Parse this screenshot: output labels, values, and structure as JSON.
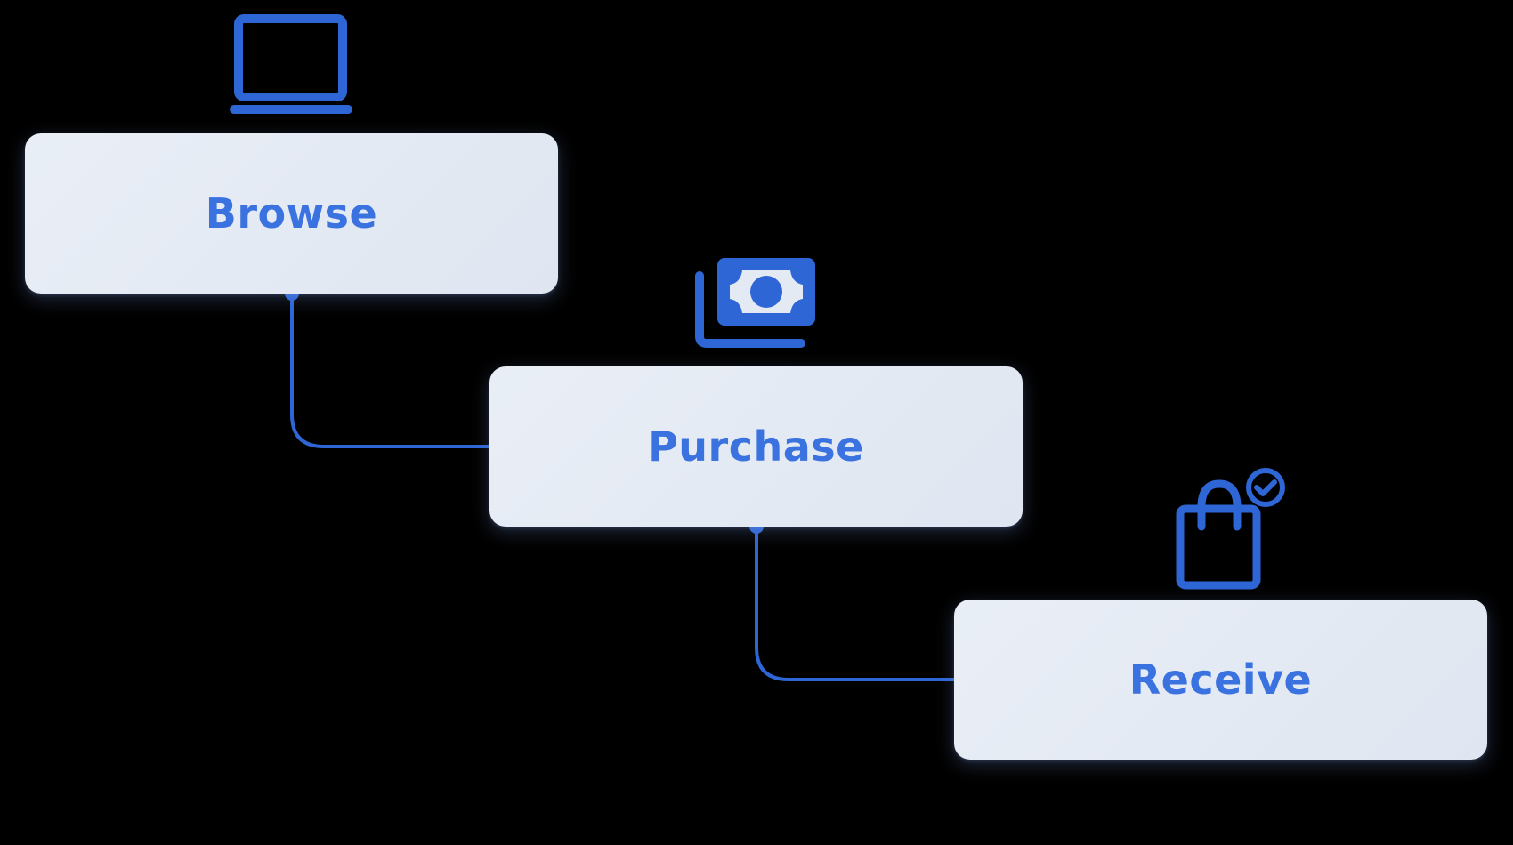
{
  "colors": {
    "background": "#000000",
    "accent": "#2f66d6",
    "label": "#3a72e0",
    "card": "#e4eaf4"
  },
  "steps": [
    {
      "label": "Browse",
      "icon": "laptop-icon"
    },
    {
      "label": "Purchase",
      "icon": "money-icon"
    },
    {
      "label": "Receive",
      "icon": "shopping-bag-check-icon"
    }
  ]
}
